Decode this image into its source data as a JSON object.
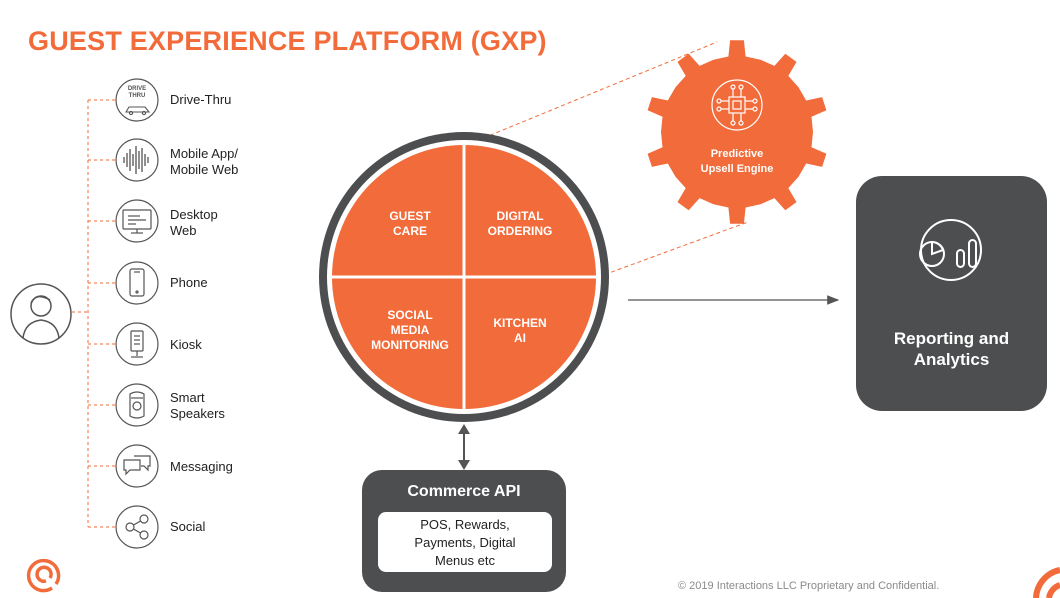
{
  "header": {
    "title": "GUEST EXPERIENCE PLATFORM (GXP)"
  },
  "channels": [
    {
      "label": "Drive-Thru",
      "icon": "drive-thru-icon",
      "badge": "DRIVE\nTHRU"
    },
    {
      "label": "Mobile App/\nMobile Web",
      "icon": "sound-wave-icon"
    },
    {
      "label": "Desktop\nWeb",
      "icon": "desktop-icon"
    },
    {
      "label": "Phone",
      "icon": "phone-icon"
    },
    {
      "label": "Kiosk",
      "icon": "kiosk-icon"
    },
    {
      "label": "Smart\nSpeakers",
      "icon": "smart-speaker-icon"
    },
    {
      "label": "Messaging",
      "icon": "chat-bubbles-icon"
    },
    {
      "label": "Social",
      "icon": "share-icon"
    }
  ],
  "user": {
    "icon": "user-avatar-icon"
  },
  "platform": {
    "quadrants": [
      {
        "label": "GUEST\nCARE"
      },
      {
        "label": "DIGITAL\nORDERING"
      },
      {
        "label": "SOCIAL\nMEDIA\nMONITORING"
      },
      {
        "label": "KITCHEN\nAI"
      }
    ]
  },
  "gear": {
    "label": "Predictive\nUpsell Engine",
    "icon": "chip-icon"
  },
  "reporting": {
    "label": "Reporting and\nAnalytics",
    "icon": "analytics-icon"
  },
  "commerce_api": {
    "title": "Commerce API",
    "details": "POS, Rewards,\nPayments, Digital\nMenus etc"
  },
  "footer": {
    "copyright": "© 2019 Interactions LLC Proprietary and Confidential."
  },
  "colors": {
    "accent": "#f26b3a",
    "dark": "#4c4e50",
    "icon_stroke": "#555555"
  }
}
